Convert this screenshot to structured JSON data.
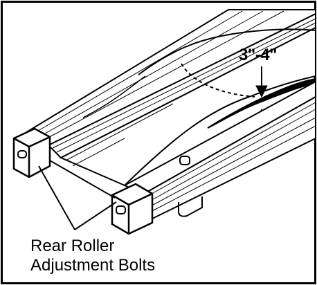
{
  "diagram": {
    "measurement_label": "3\"-4\"",
    "callout_line1": "Rear Roller",
    "callout_line2": "Adjustment Bolts"
  },
  "colors": {
    "ink": "#000000",
    "paper": "#ffffff"
  }
}
